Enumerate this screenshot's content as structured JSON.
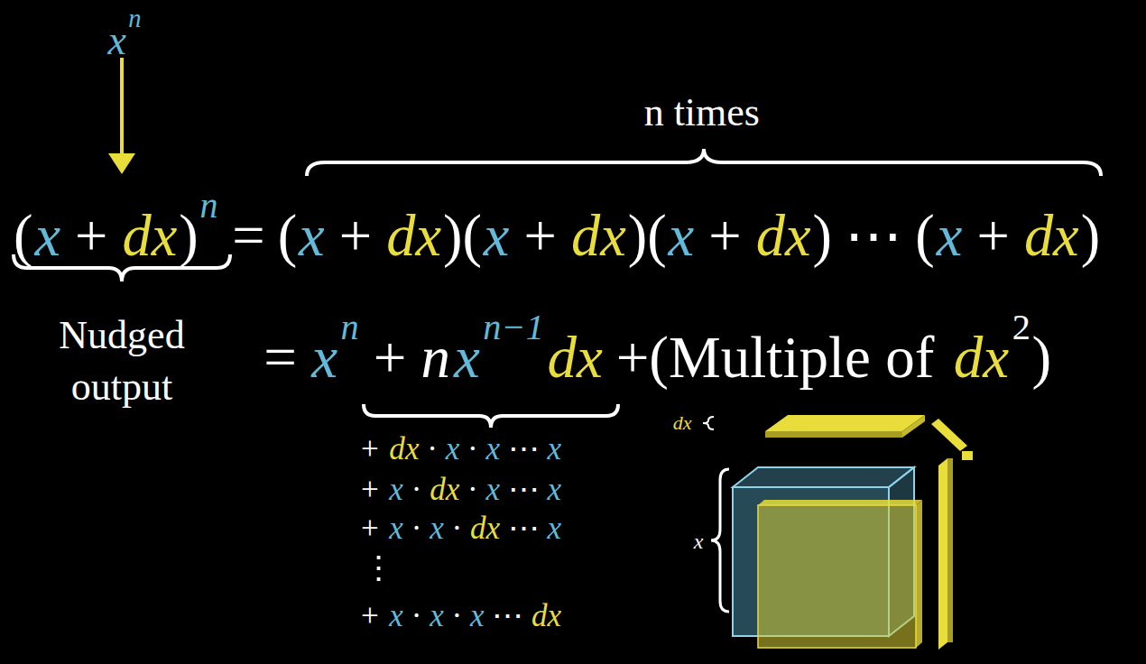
{
  "diagram": {
    "labels": [
      "x",
      "n",
      "n times",
      "(",
      "x",
      "+",
      "dx",
      ")",
      "n",
      "=",
      "(",
      "x",
      "+",
      "dx",
      ")",
      "(",
      "x",
      "+",
      "dx",
      ")",
      "(",
      "x",
      "+",
      "dx",
      ")",
      "⋯",
      "(",
      "x",
      "+",
      "dx",
      ")",
      "Nudged output",
      "=",
      "x",
      "n",
      "+",
      "n",
      "x",
      "n−1",
      "dx",
      "+(Multiple of",
      "dx",
      "2",
      ")",
      "+",
      "dx",
      "·",
      "x",
      "·",
      "x",
      "⋯",
      "x",
      "+",
      "x",
      "·",
      "dx",
      "·",
      "x",
      "⋯",
      "x",
      "+",
      "x",
      "·",
      "x",
      "·",
      "dx",
      "⋯",
      "x",
      "⋮",
      "+",
      "x",
      "·",
      "x",
      "·",
      "x",
      "⋯",
      "dx",
      "dx",
      "x"
    ]
  }
}
